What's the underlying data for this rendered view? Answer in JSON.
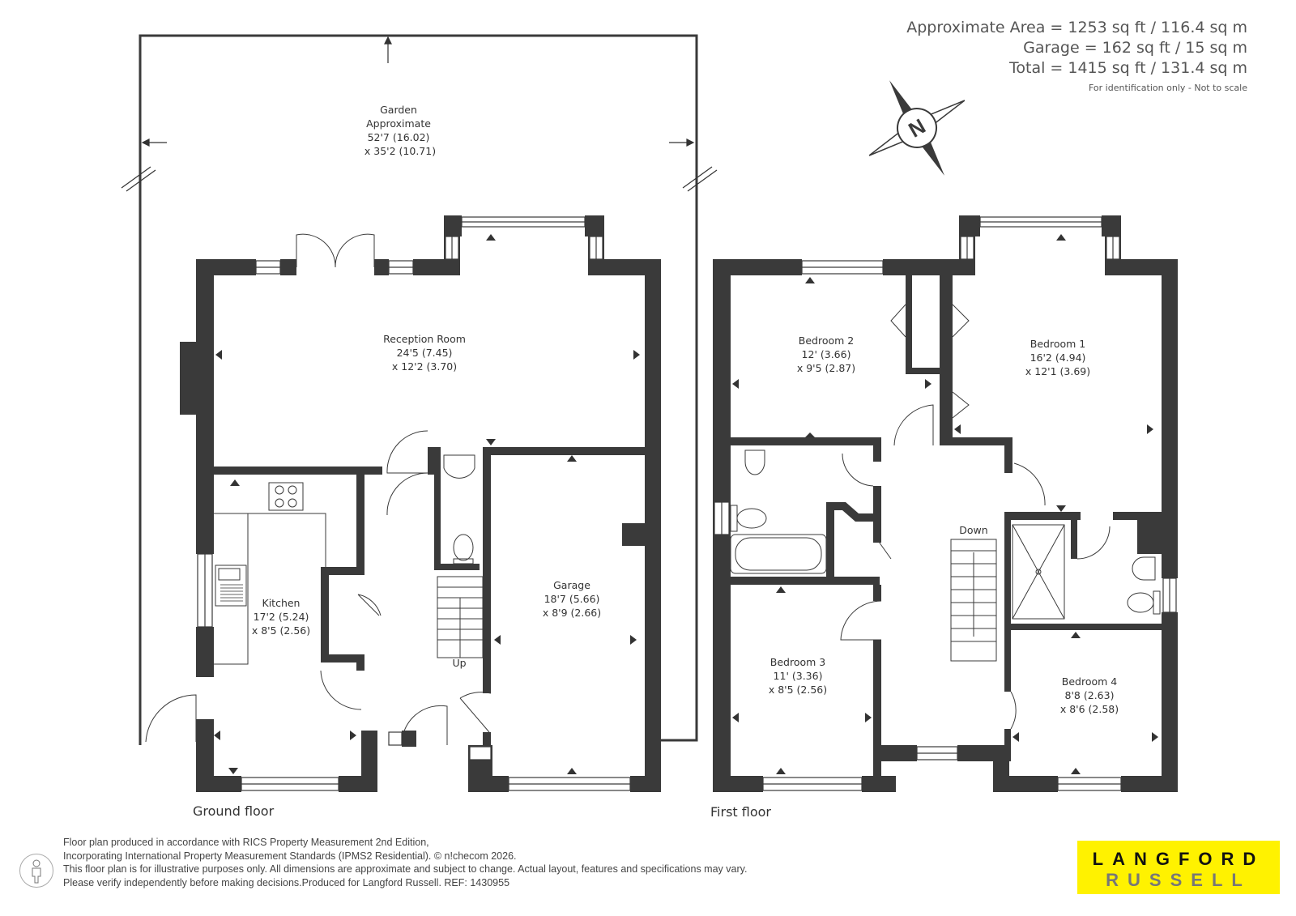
{
  "area_summary": {
    "approximate_area": "Approximate Area = 1253 sq ft / 116.4 sq m",
    "garage_area": "Garage = 162 sq ft / 15 sq m",
    "total_area": "Total = 1415 sq ft / 131.4 sq m",
    "note": "For identification only - Not to scale"
  },
  "compass": {
    "letter": "N",
    "icon": "north-compass-icon"
  },
  "garden": {
    "name": "Garden",
    "sub": "Approximate",
    "dim1": "52'7 (16.02)",
    "dim2": "x 35'2 (10.71)"
  },
  "ground_floor": {
    "label": "Ground floor",
    "rooms": [
      {
        "name": "Reception Room",
        "dim1": "24'5 (7.45)",
        "dim2": "x 12'2 (3.70)"
      },
      {
        "name": "Kitchen",
        "dim1": "17'2 (5.24)",
        "dim2": "x 8'5 (2.56)"
      },
      {
        "name": "Garage",
        "dim1": "18'7 (5.66)",
        "dim2": "x 8'9 (2.66)"
      }
    ],
    "stairs_label": "Up"
  },
  "first_floor": {
    "label": "First floor",
    "rooms": [
      {
        "name": "Bedroom 1",
        "dim1": "16'2 (4.94)",
        "dim2": "x 12'1 (3.69)"
      },
      {
        "name": "Bedroom 2",
        "dim1": "12' (3.66)",
        "dim2": "x 9'5 (2.87)"
      },
      {
        "name": "Bedroom 3",
        "dim1": "11' (3.36)",
        "dim2": "x 8'5 (2.56)"
      },
      {
        "name": "Bedroom 4",
        "dim1": "8'8 (2.63)",
        "dim2": "x 8'6 (2.58)"
      }
    ],
    "stairs_label": "Down"
  },
  "footer": {
    "line1": "Floor plan produced in accordance with RICS Property Measurement 2nd Edition,",
    "line2": "Incorporating International Property Measurement Standards (IPMS2 Residential).   © n!checom 2026.",
    "line3": "This floor plan is for illustrative purposes only. All dimensions are approximate and subject to change. Actual layout, features and specifications may vary.",
    "line4": "Please verify independently before making decisions.Produced for Langford Russell.   REF: 1430955"
  },
  "logo": {
    "line1": "LANGFORD",
    "line2": "RUSSELL",
    "background": "#fff200"
  },
  "colors": {
    "wall": "#3a3a3a",
    "text": "#333333",
    "logo_yellow": "#fff200"
  }
}
